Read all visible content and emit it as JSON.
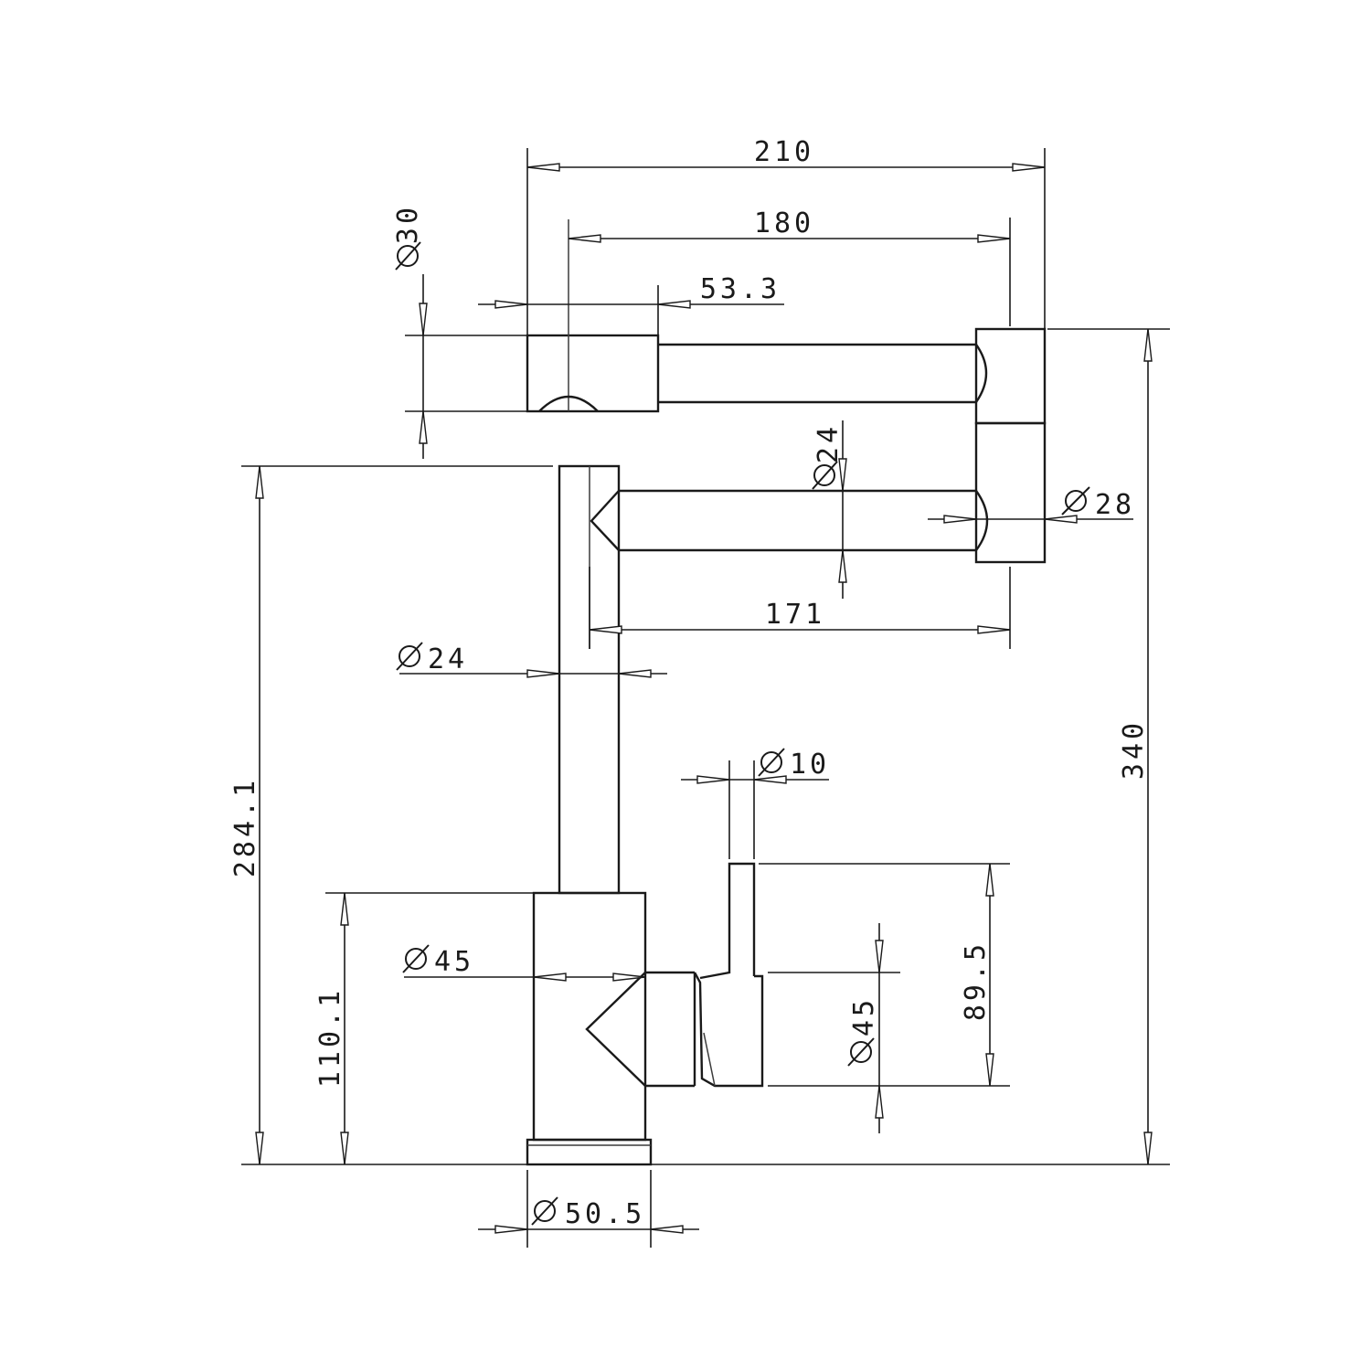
{
  "drawing": {
    "diameter_symbol": "Ø",
    "dimensions": {
      "overall_width": "210",
      "spout_reach": "180",
      "outlet_offset": "53.3",
      "outlet_diameter": "30",
      "arm_diameter": "24",
      "swivel_diameter": "28",
      "arm_length": "171",
      "body_tube_diameter": "24",
      "lever_diameter": "10",
      "body_diameter": "45",
      "cartridge_diameter": "45",
      "lever_height": "89.5",
      "overall_height": "340",
      "spout_height": "284.1",
      "body_height": "110.1",
      "base_diameter": "50.5"
    }
  }
}
